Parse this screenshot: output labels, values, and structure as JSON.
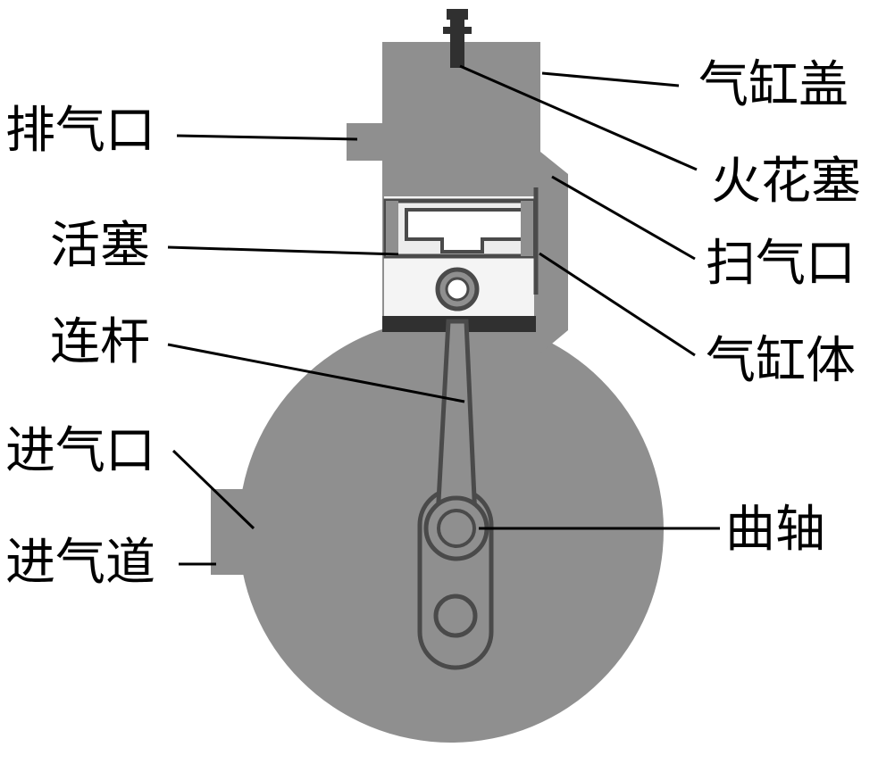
{
  "colors": {
    "body": "#8f8f8f",
    "bore": "#f4f4f4",
    "piston": "#ececec",
    "outline": "#4a4a4a",
    "dark": "#303030",
    "leader": "#000000",
    "text": "#000000"
  },
  "labels": {
    "cylinder_head": "气缸盖",
    "spark_plug": "火花塞",
    "scavenge_port": "扫气口",
    "cylinder_block": "气缸体",
    "crankshaft": "曲轴",
    "exhaust_port": "排气口",
    "piston": "活塞",
    "connecting_rod": "连杆",
    "intake_port": "进气口",
    "intake_passage": "进气道"
  }
}
